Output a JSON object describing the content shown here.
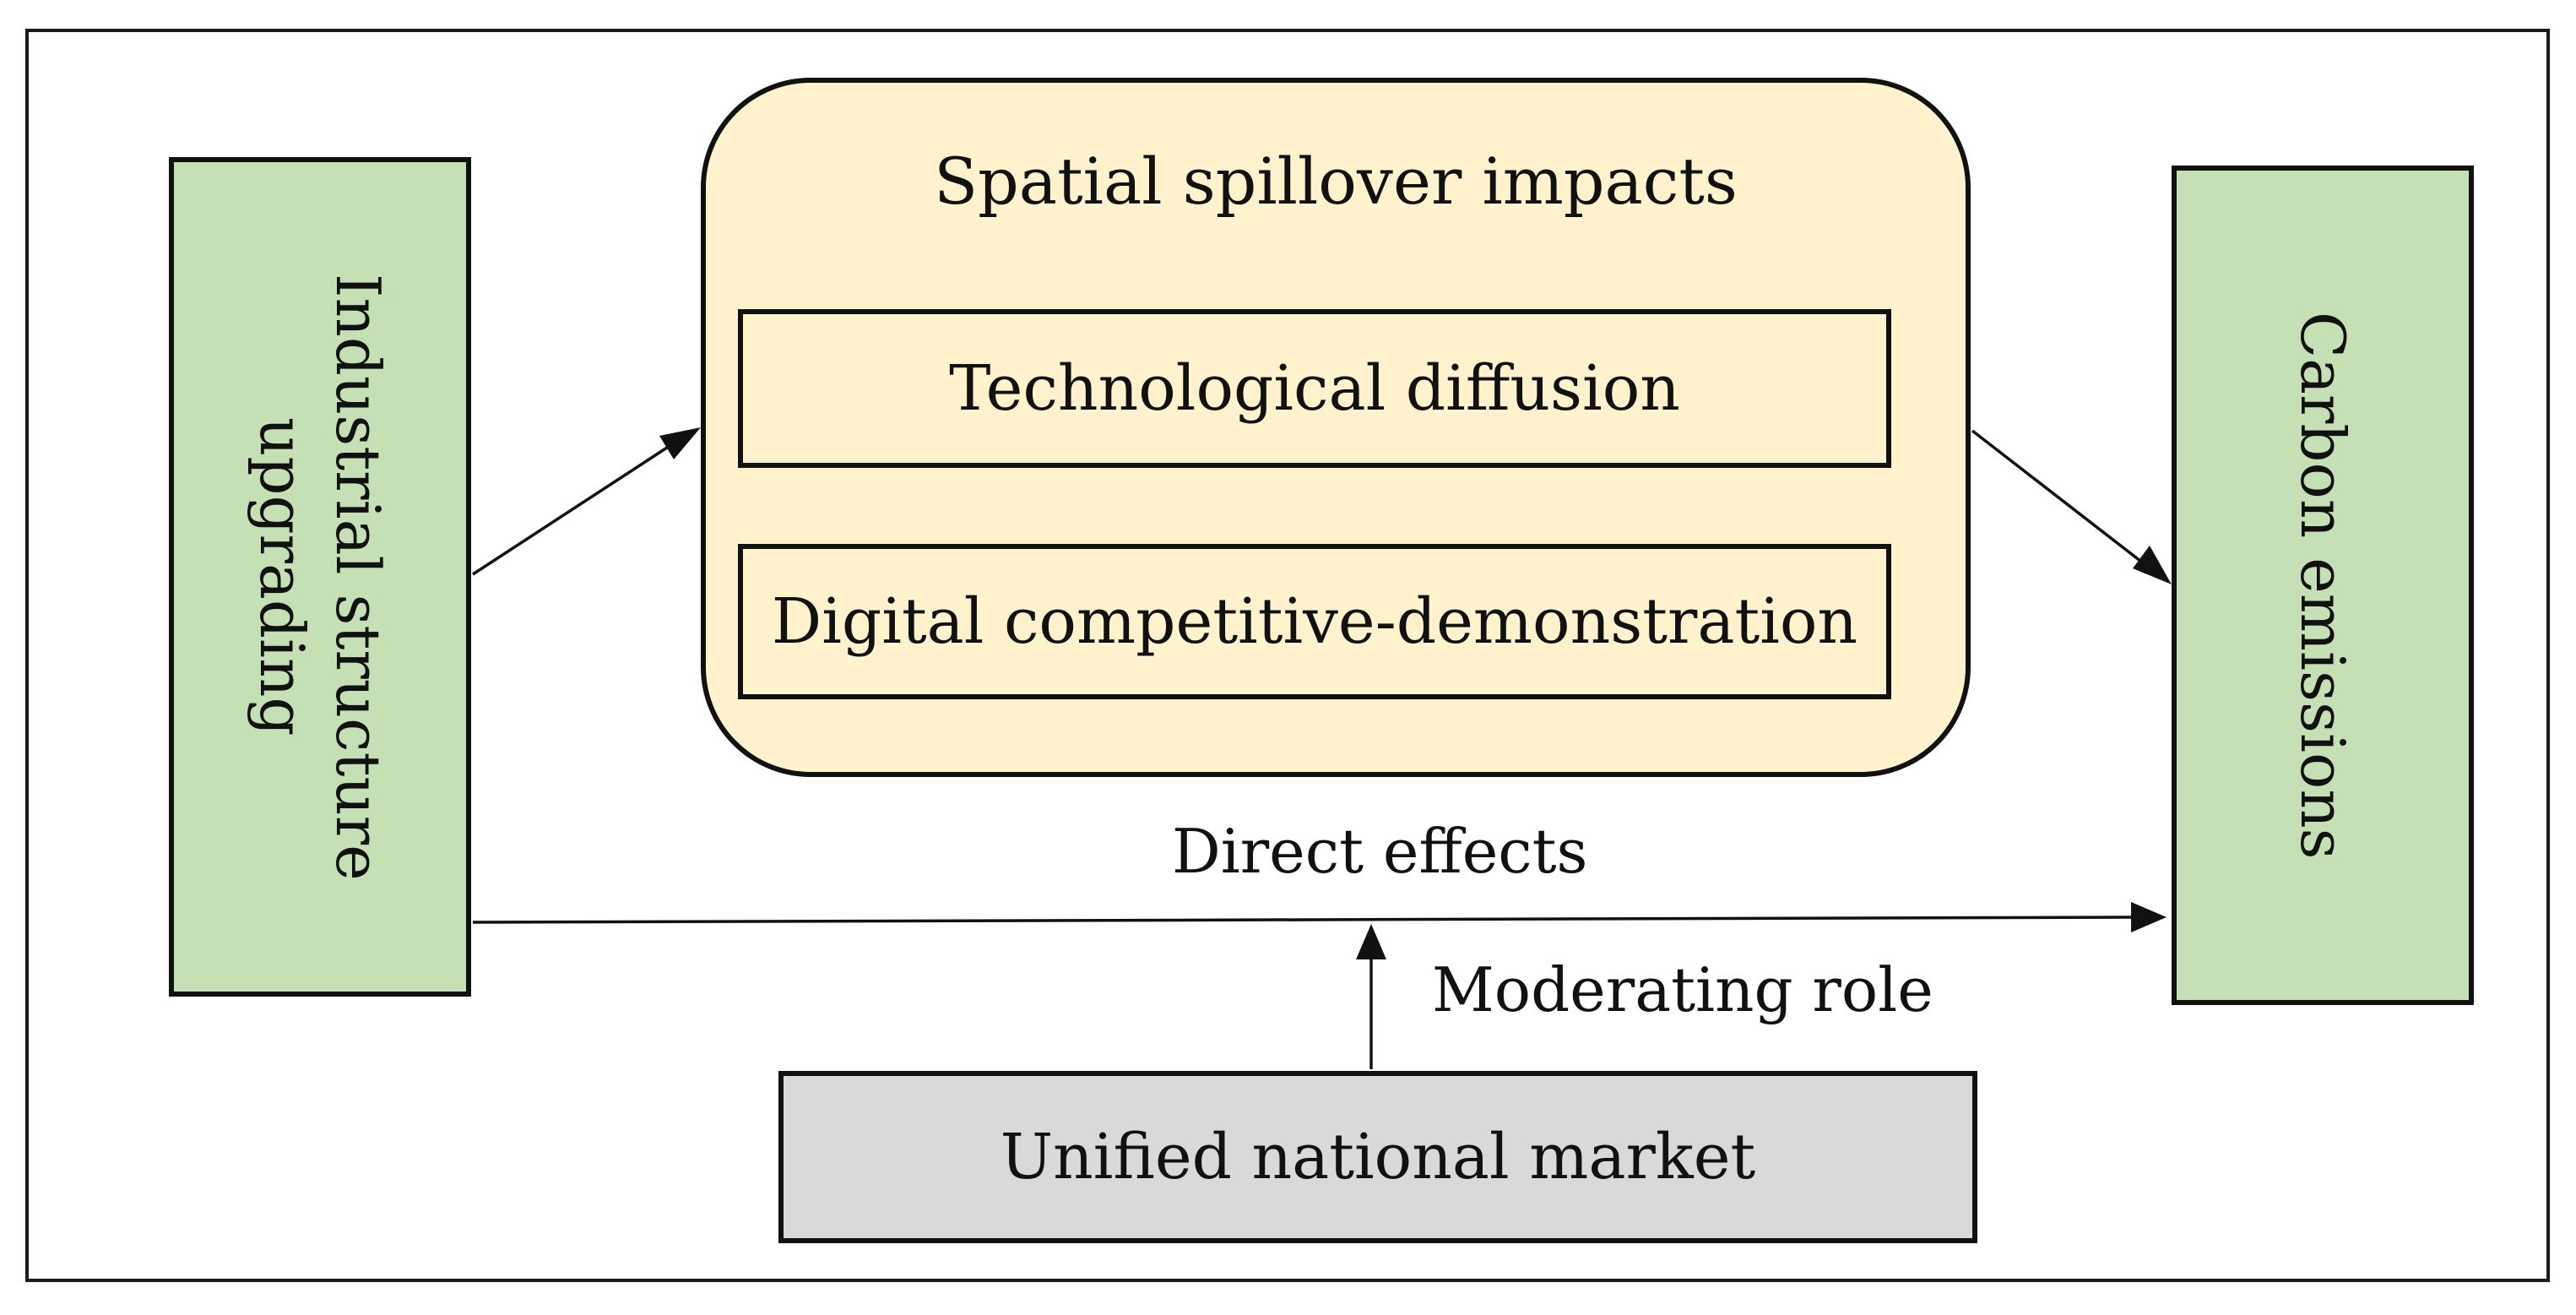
{
  "diagram": {
    "left_node": {
      "label": "Industrial structure upgrading"
    },
    "right_node": {
      "label": "Carbon emissions"
    },
    "spillover_group": {
      "title": "Spatial spillover impacts",
      "items": [
        {
          "label": "Technological diffusion"
        },
        {
          "label": "Digital competitive-demonstration"
        }
      ]
    },
    "direct_effects_label": "Direct effects",
    "moderating_role_label": "Moderating role",
    "moderator_node": {
      "label": "Unified national market"
    },
    "colors": {
      "node_green": "#c5e0b4",
      "group_yellow": "#fff2cc",
      "moderator_gray": "#d9d9d9",
      "stroke": "#111111"
    }
  }
}
